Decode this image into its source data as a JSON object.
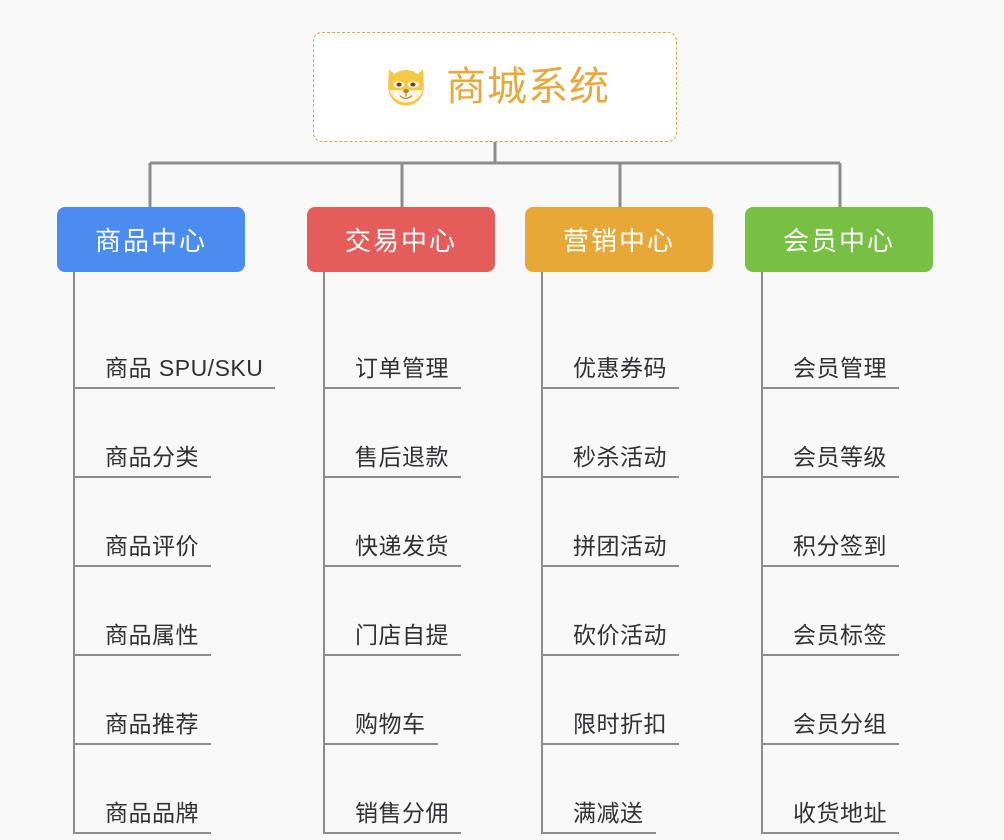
{
  "page": {
    "background": "#f8f8f8",
    "diagram_type": "mindmap-tree"
  },
  "root": {
    "title": "商城系统",
    "icon": "shiba-dog-face-icon",
    "text_color": "#e8a93c",
    "border_color": "#e6a23c",
    "background": "#ffffff"
  },
  "connector": {
    "color": "#8c8c8c"
  },
  "categories": [
    {
      "label": "商品中心",
      "color": "#4a8cf0",
      "items": [
        "商品 SPU/SKU",
        "商品分类",
        "商品评价",
        "商品属性",
        "商品推荐",
        "商品品牌"
      ]
    },
    {
      "label": "交易中心",
      "color": "#e35d5b",
      "items": [
        "订单管理",
        "售后退款",
        "快递发货",
        "门店自提",
        "购物车",
        "销售分佣"
      ]
    },
    {
      "label": "营销中心",
      "color": "#e8a838",
      "items": [
        "优惠券码",
        "秒杀活动",
        "拼团活动",
        "砍价活动",
        "限时折扣",
        "满减送"
      ]
    },
    {
      "label": "会员中心",
      "color": "#78c043",
      "items": [
        "会员管理",
        "会员等级",
        "积分签到",
        "会员标签",
        "会员分组",
        "收货地址"
      ]
    }
  ]
}
